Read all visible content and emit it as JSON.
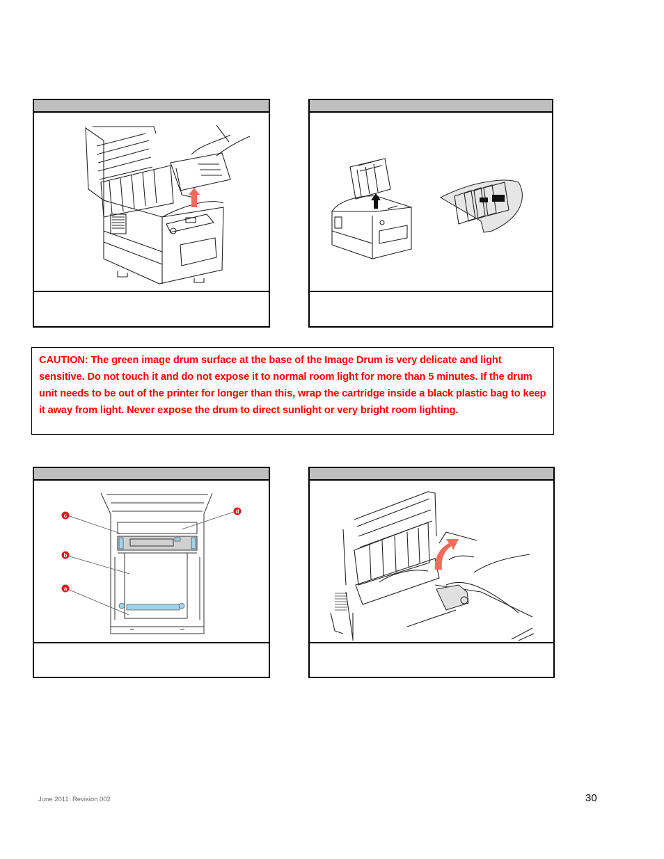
{
  "panels": [
    {
      "id": "panel-1",
      "header": "",
      "illustration": "printer-open-lifting-image-drum",
      "caption": ""
    },
    {
      "id": "panel-2",
      "header": "",
      "illustration": "image-drums-removed-and-covered-with-paper",
      "caption": ""
    },
    {
      "id": "panel-3",
      "header": "",
      "illustration": "printer-top-view-belt-unit",
      "callouts": [
        "a",
        "b",
        "c",
        "d"
      ],
      "caption": ""
    },
    {
      "id": "panel-4",
      "header": "",
      "illustration": "removing-jammed-paper-from-belt",
      "caption": ""
    }
  ],
  "caution": {
    "text": "CAUTION: The green image drum surface at the base of the Image Drum is very delicate and light sensitive. Do not touch it and do not expose it to normal room light for more than 5 minutes. If the drum unit needs to be out of the printer for longer than this, wrap the cartridge inside a black plastic bag to keep it away from light. Never expose the drum to direct sunlight or very bright room lighting.",
    "color": "#ff0000"
  },
  "footer": {
    "revision": "June 2011: Revision 002",
    "page_number": "30"
  },
  "colors": {
    "header_gray": "#bfbfbf",
    "callout_red": "#e8141c",
    "highlight_blue": "#9fd3ea",
    "arrow_red": "#f26b5b"
  }
}
